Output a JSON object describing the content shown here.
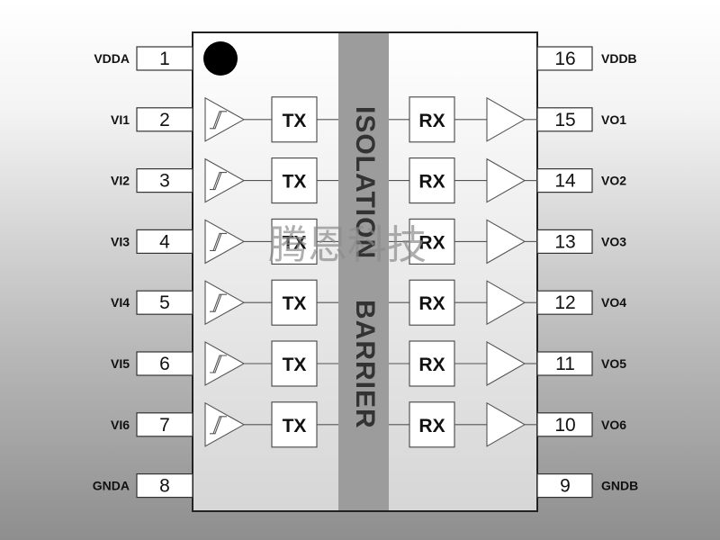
{
  "left_pins": [
    {
      "num": "1",
      "label": "VDDA"
    },
    {
      "num": "2",
      "label": "VI1"
    },
    {
      "num": "3",
      "label": "VI2"
    },
    {
      "num": "4",
      "label": "VI3"
    },
    {
      "num": "5",
      "label": "VI4"
    },
    {
      "num": "6",
      "label": "VI5"
    },
    {
      "num": "7",
      "label": "VI6"
    },
    {
      "num": "8",
      "label": "GNDA"
    }
  ],
  "right_pins": [
    {
      "num": "16",
      "label": "VDDB"
    },
    {
      "num": "15",
      "label": "VO1"
    },
    {
      "num": "14",
      "label": "VO2"
    },
    {
      "num": "13",
      "label": "VO3"
    },
    {
      "num": "12",
      "label": "VO4"
    },
    {
      "num": "11",
      "label": "VO5"
    },
    {
      "num": "10",
      "label": "VO6"
    },
    {
      "num": "9",
      "label": "GNDB"
    }
  ],
  "channels": 6,
  "tx_label": "TX",
  "rx_label": "RX",
  "barrier": {
    "word1": "ISOLATION",
    "word2": "BARRIER"
  },
  "watermark": "腾恩科技",
  "colors": {
    "barrier": "#9c9c9c",
    "body": "#ffffff",
    "outline": "#222222",
    "line": "#555555"
  }
}
